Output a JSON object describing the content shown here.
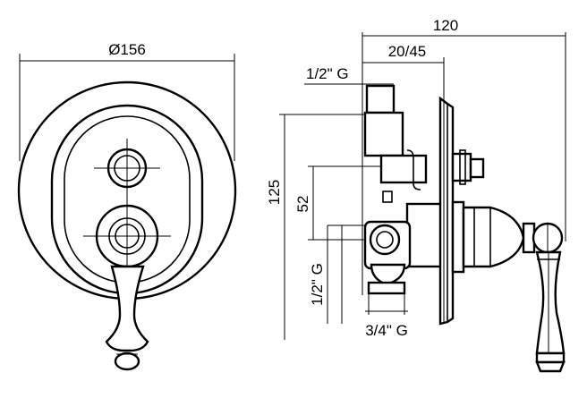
{
  "dimensions": {
    "front_diameter": "Ø156",
    "side_depth_total": "120",
    "side_depth_range": "20/45",
    "height_total": "125",
    "height_inner": "52",
    "inlet_top": "1/2\" G",
    "inlet_side": "1/2\" G",
    "outlet_bottom": "3/4\" G"
  }
}
